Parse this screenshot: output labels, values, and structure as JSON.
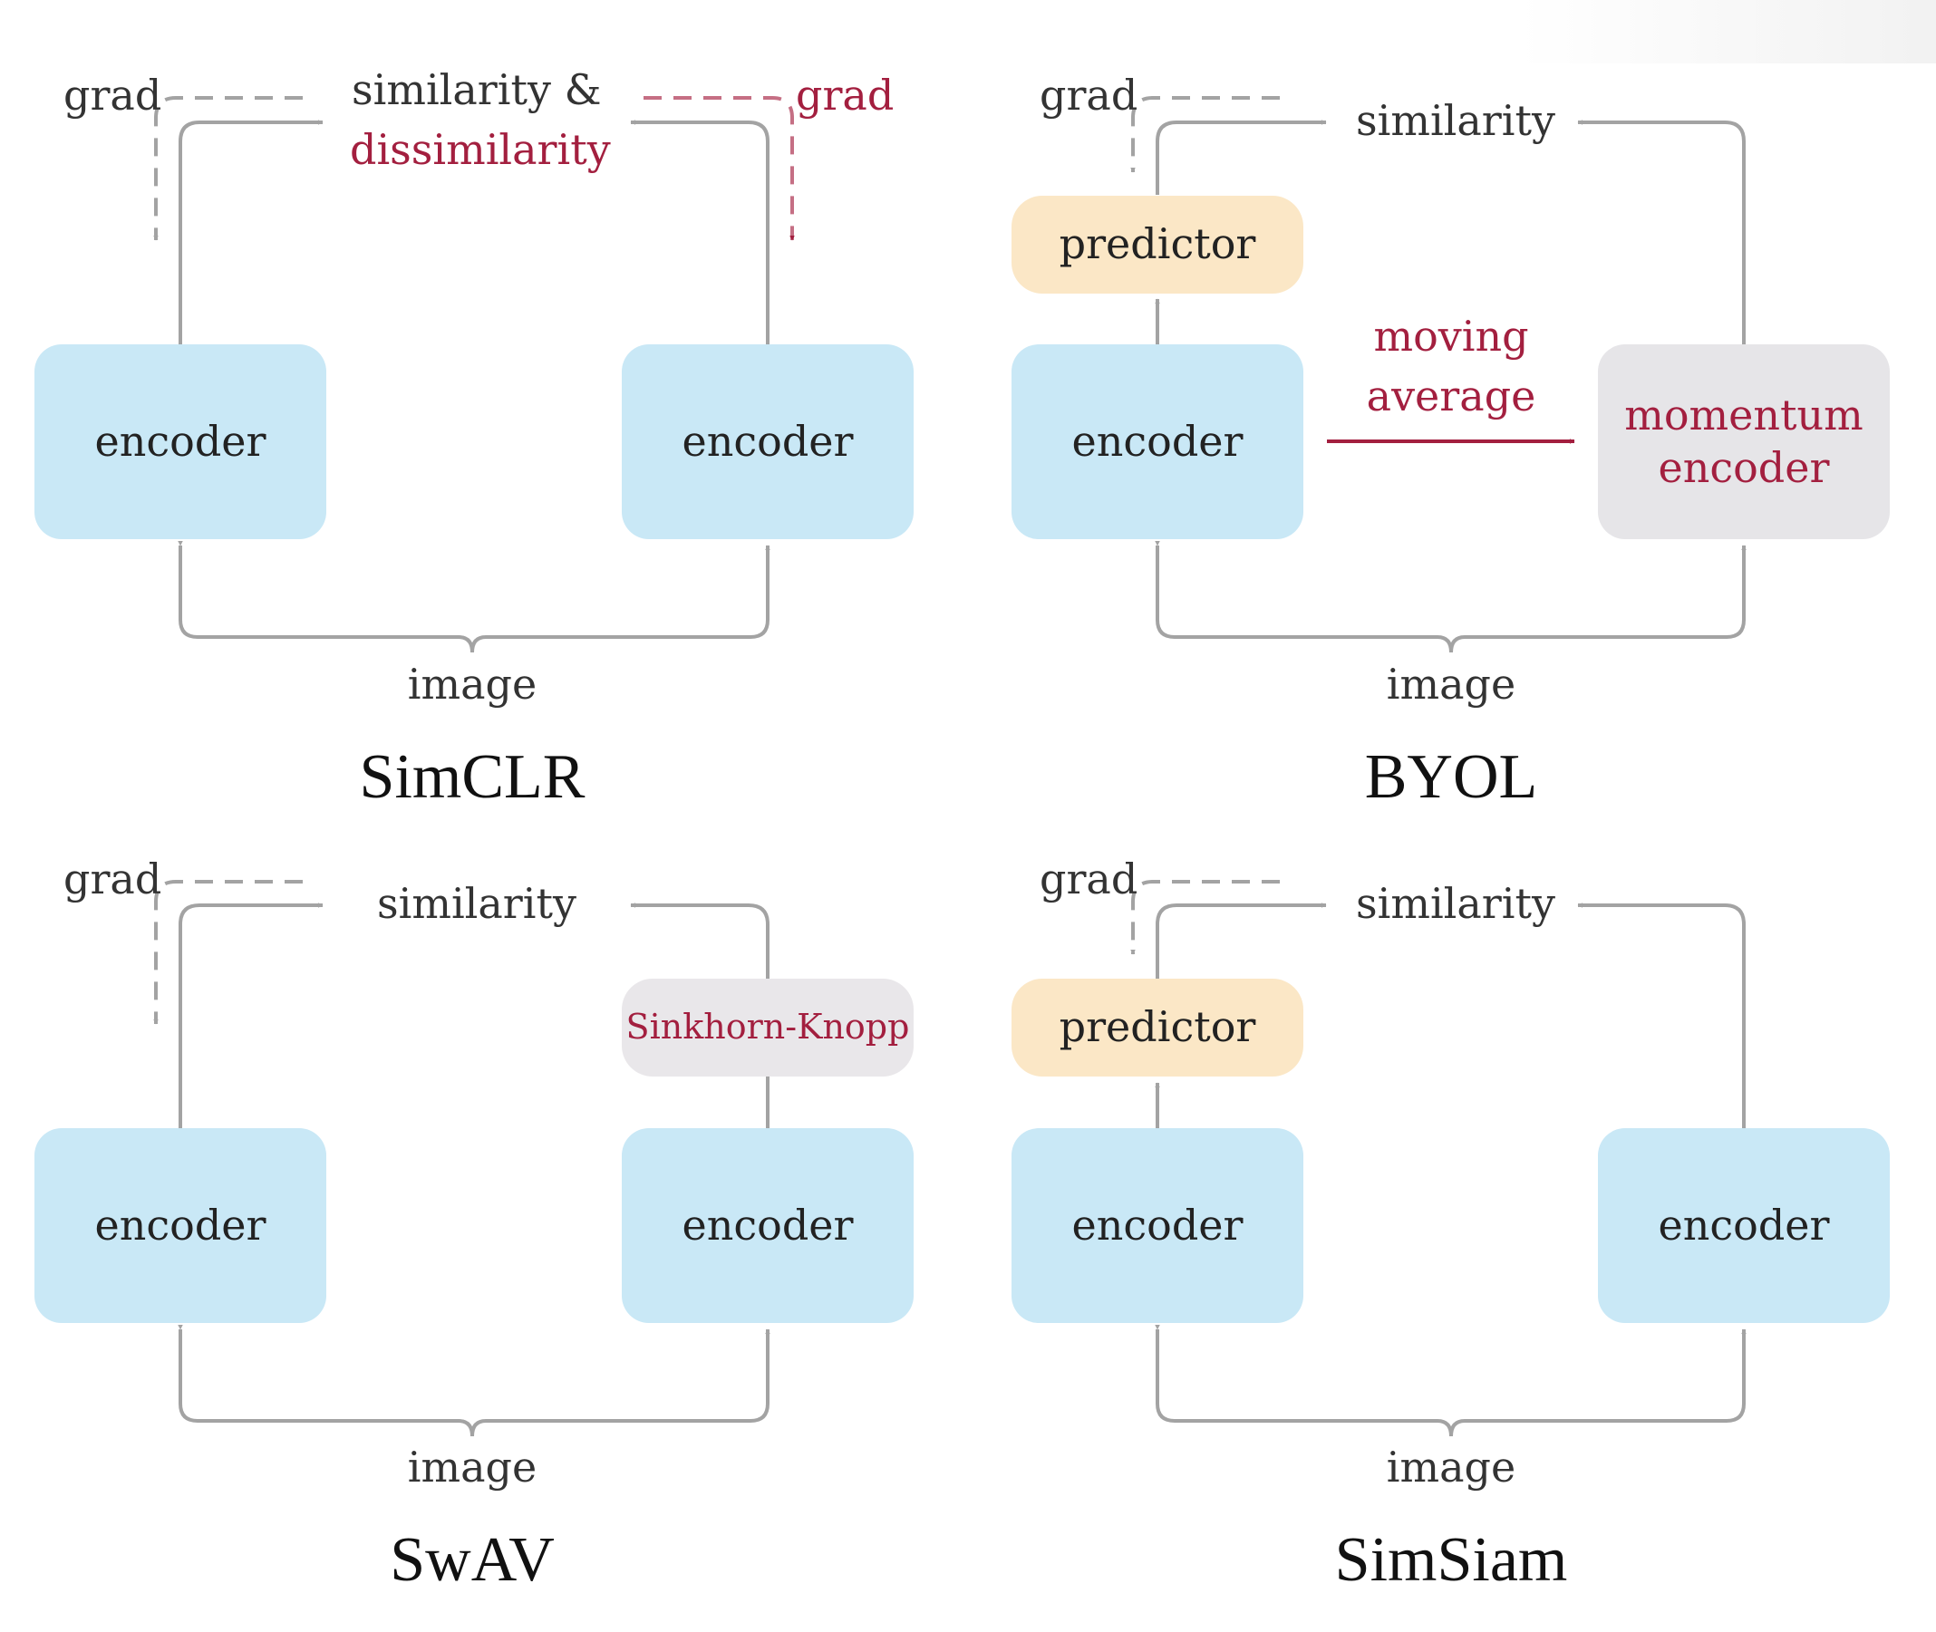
{
  "panels": {
    "simclr": {
      "title": "SimCLR",
      "left_grad": "grad",
      "right_grad": "grad",
      "objective_line1": "similarity &",
      "objective_line2": "dissimilarity",
      "left_encoder": "encoder",
      "right_encoder": "encoder",
      "input": "image"
    },
    "byol": {
      "title": "BYOL",
      "grad": "grad",
      "objective": "similarity",
      "predictor": "predictor",
      "encoder": "encoder",
      "moving_average_line1": "moving",
      "moving_average_line2": "average",
      "momentum_encoder_line1": "momentum",
      "momentum_encoder_line2": "encoder",
      "input": "image"
    },
    "swav": {
      "title": "SwAV",
      "grad": "grad",
      "objective": "similarity",
      "sinkhorn": "Sinkhorn-Knopp",
      "left_encoder": "encoder",
      "right_encoder": "encoder",
      "input": "image"
    },
    "simsiam": {
      "title": "SimSiam",
      "grad": "grad",
      "objective": "similarity",
      "predictor": "predictor",
      "left_encoder": "encoder",
      "right_encoder": "encoder",
      "input": "image"
    }
  },
  "colors": {
    "encoder_fill": "#c9e8f6",
    "predictor_fill": "#fbe7c6",
    "gray_box_fill": "#e6e5e8",
    "accent_red": "#a31f3f",
    "arrow_gray": "#a3a3a3"
  }
}
